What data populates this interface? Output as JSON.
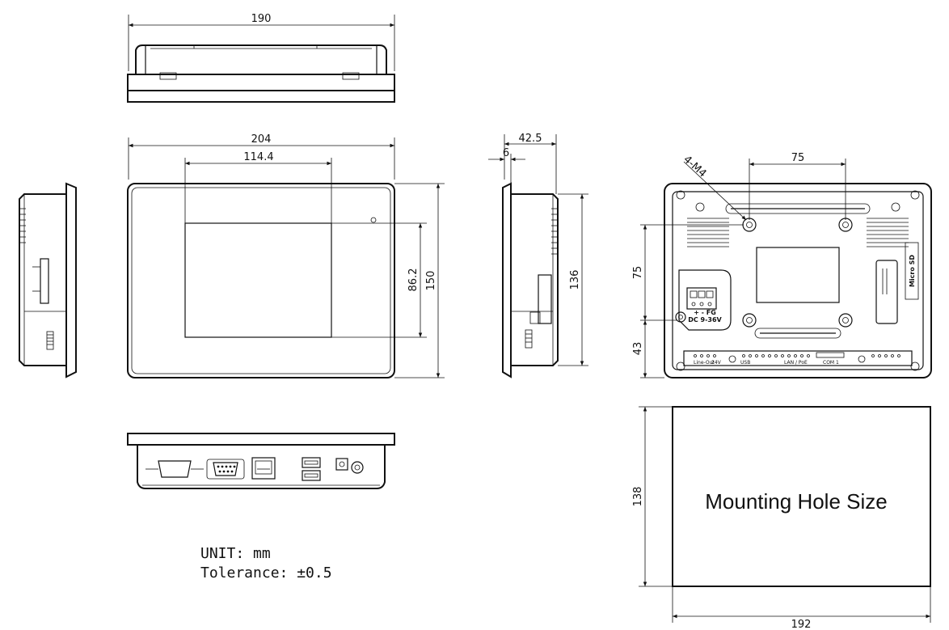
{
  "dims": {
    "top_width": "190",
    "front_width": "204",
    "screen_width": "114.4",
    "screen_height": "86.2",
    "front_height": "150",
    "side_depth": "42.5",
    "bezel_depth": "6",
    "side_height": "136",
    "mount_label": "4-M4",
    "mount_spacing_h": "75",
    "mount_spacing_v": "75",
    "mount_offset_bottom": "43",
    "cutout_height": "138",
    "cutout_width": "192"
  },
  "rear_panel": {
    "power_symbols": "+  -  FG",
    "power_rating": "DC  9-36V",
    "micro_sd": "Micro SD",
    "port_labels": [
      "Line-Out",
      "24V",
      "USB",
      "LAN / PoE",
      "COM 1"
    ]
  },
  "cutout_label": "Mounting Hole Size",
  "notes": {
    "unit": "UNIT: mm",
    "tolerance": "Tolerance: ±0.5"
  }
}
